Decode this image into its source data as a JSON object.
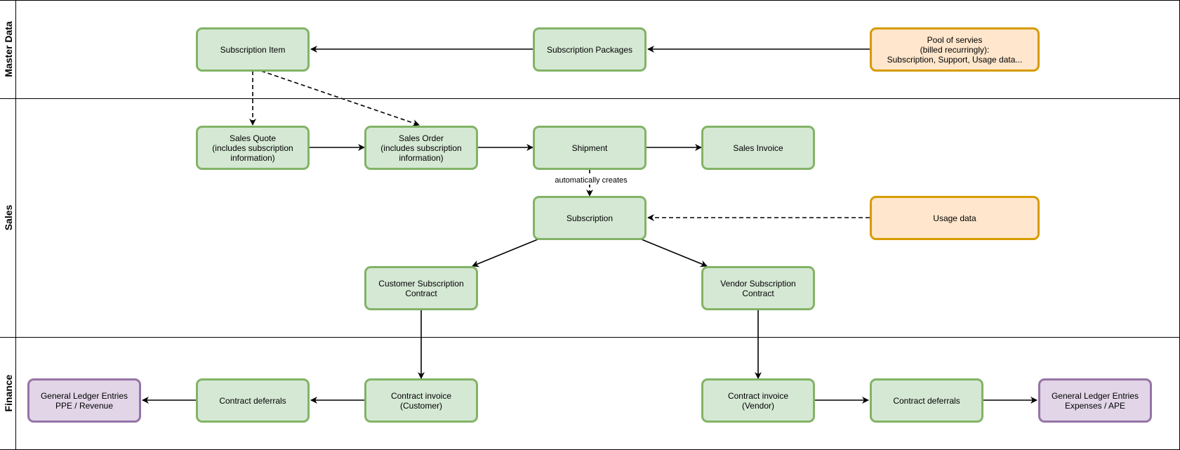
{
  "lanes": [
    {
      "id": "master",
      "title": "Master Data"
    },
    {
      "id": "sales",
      "title": "Sales"
    },
    {
      "id": "finance",
      "title": "Finance"
    }
  ],
  "nodes": {
    "subscription_item": "Subscription Item",
    "subscription_packages": "Subscription Packages",
    "pool_of_services": "Pool of servies\n(billed recurringly):\nSubscription, Support, Usage data...",
    "sales_quote": "Sales Quote\n(includes subscription\ninformation)",
    "sales_order": "Sales Order\n(includes subscription\ninformation)",
    "shipment": "Shipment",
    "sales_invoice": "Sales Invoice",
    "subscription": "Subscription",
    "usage_data": "Usage data",
    "customer_contract": "Customer Subscription\nContract",
    "vendor_contract": "Vendor Subscription Contract",
    "gl_revenue": "General Ledger Entries\nPPE / Revenue",
    "deferrals_customer": "Contract deferrals",
    "invoice_customer": "Contract invoice\n(Customer)",
    "invoice_vendor": "Contract invoice\n(Vendor)",
    "deferrals_vendor": "Contract deferrals",
    "gl_expenses": "General Ledger Entries\nExpenses / APE"
  },
  "edge_labels": {
    "auto_creates": "automatically creates"
  },
  "colors": {
    "process_fill": "#d5e8d4",
    "process_stroke": "#82b366",
    "source_fill": "#ffe6cc",
    "source_stroke": "#d79b00",
    "ledger_fill": "#e1d5e7",
    "ledger_stroke": "#9673a6"
  }
}
